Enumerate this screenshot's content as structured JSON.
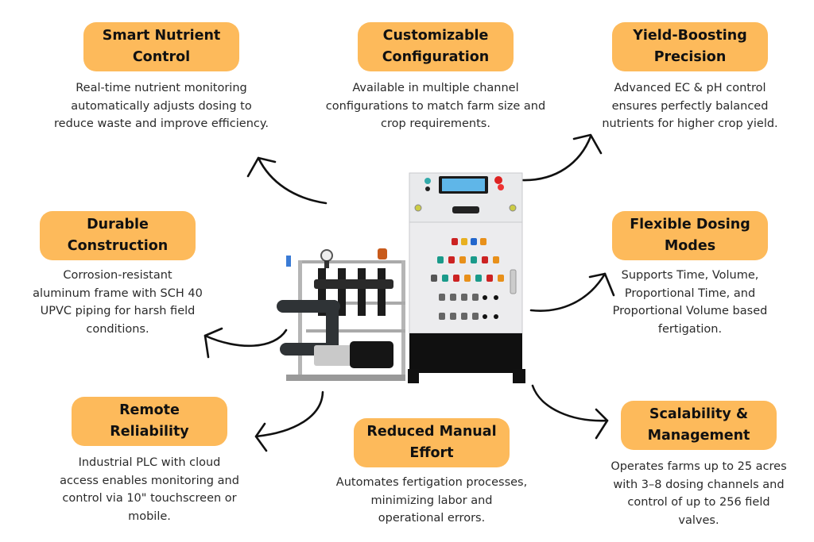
{
  "theme": {
    "pill_color": "#fdba5b",
    "text_color": "#2a2a2a",
    "arrow_color": "#111111"
  },
  "product_image": {
    "label": "Fertigation dosing system with control panel and pump skid"
  },
  "features": [
    {
      "id": "smart-nutrient-control",
      "title_lines": [
        "Smart Nutrient",
        "Control"
      ],
      "desc_lines": [
        "Real-time nutrient monitoring",
        "automatically adjusts dosing to",
        "reduce waste and improve efficiency."
      ]
    },
    {
      "id": "customizable-configuration",
      "title_lines": [
        "Customizable",
        "Configuration"
      ],
      "desc_lines": [
        "Available in multiple channel",
        "configurations to match farm size and",
        "crop requirements."
      ]
    },
    {
      "id": "yield-boosting-precision",
      "title_lines": [
        "Yield-Boosting",
        "Precision"
      ],
      "desc_lines": [
        "Advanced EC & pH control",
        "ensures perfectly balanced",
        "nutrients for higher crop yield."
      ]
    },
    {
      "id": "durable-construction",
      "title_lines": [
        "Durable",
        "Construction"
      ],
      "desc_lines": [
        "Corrosion-resistant",
        "aluminum frame with SCH 40",
        "UPVC piping for harsh field",
        "conditions."
      ]
    },
    {
      "id": "flexible-dosing-modes",
      "title_lines": [
        "Flexible Dosing",
        "Modes"
      ],
      "desc_lines": [
        "Supports Time, Volume,",
        "Proportional Time, and",
        "Proportional Volume based",
        "fertigation."
      ]
    },
    {
      "id": "remote-reliability",
      "title_lines": [
        "Remote Reliability"
      ],
      "desc_lines": [
        "Industrial PLC with cloud",
        "access enables monitoring and",
        "control via 10\" touchscreen or",
        "mobile."
      ]
    },
    {
      "id": "reduced-manual-effort",
      "title_lines": [
        "Reduced Manual",
        "Effort"
      ],
      "desc_lines": [
        "Automates fertigation processes,",
        "minimizing labor and",
        "operational errors."
      ]
    },
    {
      "id": "scalability-management",
      "title_lines": [
        "Scalability &",
        "Management"
      ],
      "desc_lines": [
        "Operates farms up to 25 acres",
        "with 3–8 dosing channels and",
        "control of up to 256 field",
        "valves."
      ]
    }
  ]
}
